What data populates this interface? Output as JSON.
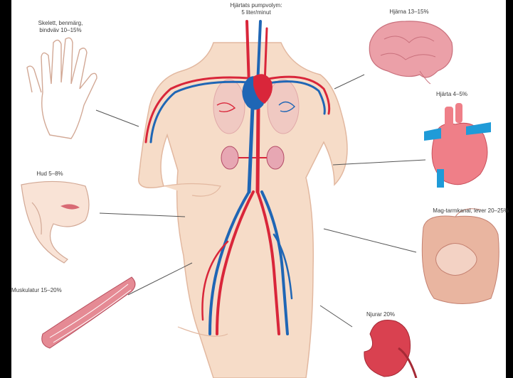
{
  "labels": {
    "top": "Hjärtats pumpvolym:\n5 liter/minut",
    "hands": "Skelett, benmärg,\nbindväv 10–15%",
    "skin": "Hud 5–8%",
    "muscle": "Muskulatur 15–20%",
    "brain": "Hjärna 13–15%",
    "heart": "Hjärta 4–5%",
    "gut": "Mag-tarmkanal, lever 20–25%",
    "kidney": "Njurar 20%"
  },
  "colors": {
    "artery": "#d9263a",
    "vein": "#1f66b5",
    "skin": "#f6dcc8",
    "organ_pink": "#eba0a8"
  }
}
